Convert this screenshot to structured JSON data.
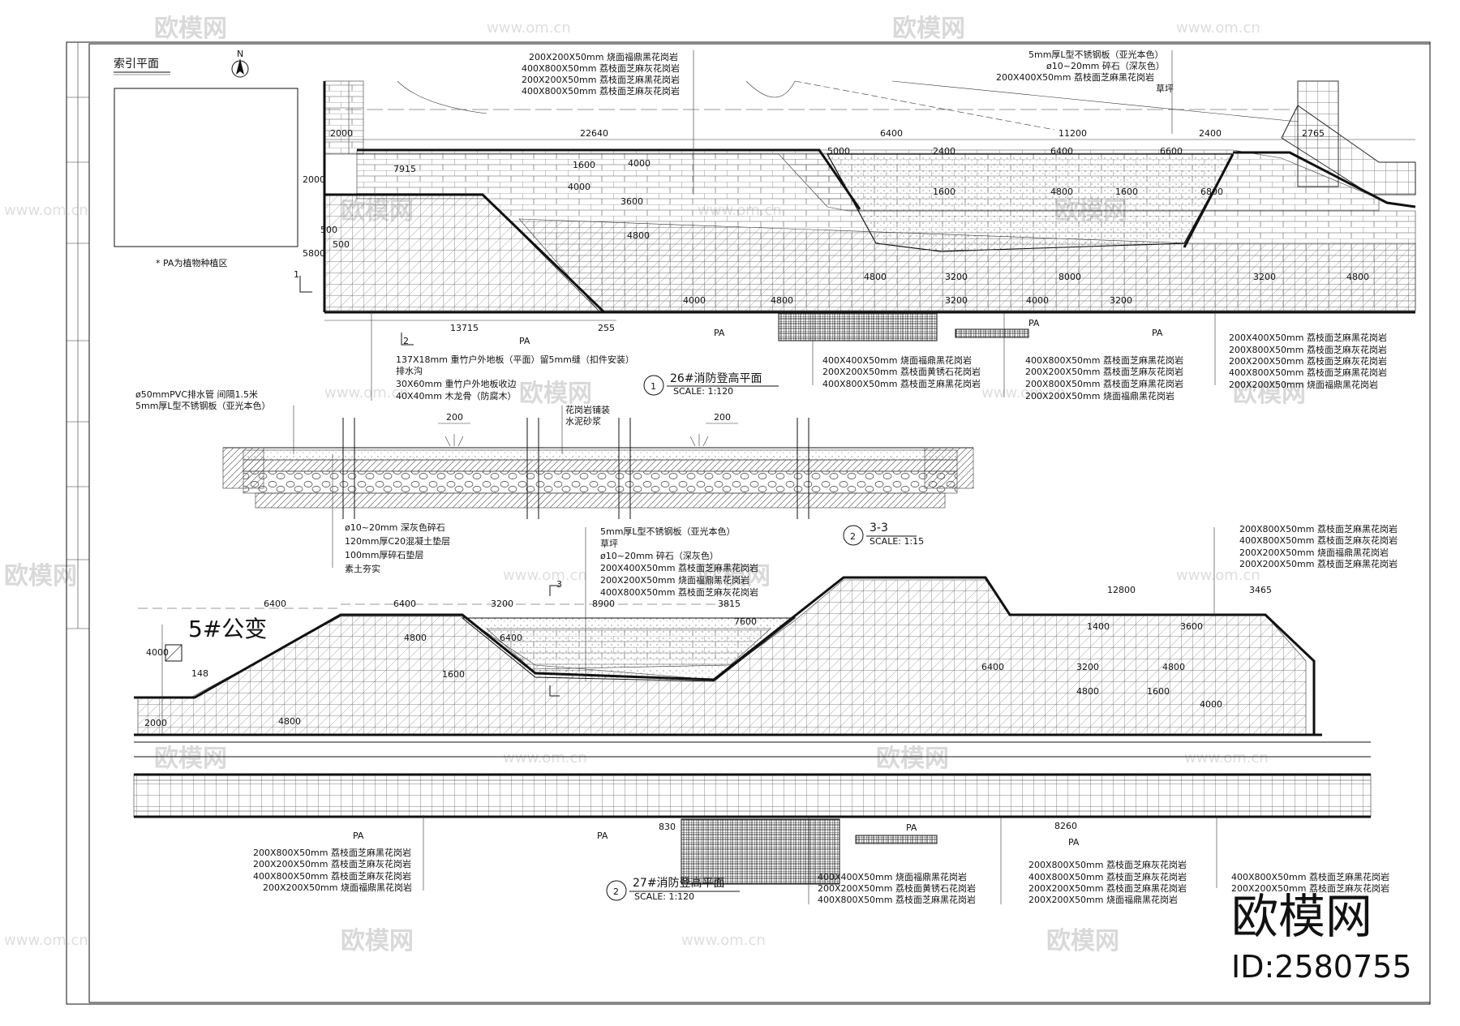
{
  "index_plan": {
    "title": "索引平面",
    "north": "N",
    "note": "* PA为植物种植区"
  },
  "plan26": {
    "title": "26#消防登高平面",
    "number": "1",
    "scale": "SCALE: 1:120",
    "dims": [
      "22640",
      "6400",
      "11200",
      "2400",
      "2765",
      "2000",
      "7915",
      "1600",
      "4000",
      "5000",
      "2400",
      "6400",
      "6600",
      "4000",
      "3600",
      "4800",
      "1600",
      "4800",
      "1600",
      "6800",
      "4800",
      "3200",
      "8000",
      "4800",
      "3200",
      "4000",
      "4800",
      "3200",
      "4000",
      "3200",
      "13715",
      "255",
      "5800",
      "2000",
      "500",
      "500"
    ],
    "pa": [
      "PA",
      "PA",
      "PA",
      "PA"
    ],
    "markers": [
      "1",
      "2"
    ],
    "top_callouts_left": [
      "200X200X50mm 烧面福鼎黑花岗岩",
      "400X800X50mm 荔枝面芝麻灰花岗岩",
      "200X200X50mm 荔枝面芝麻黑花岗岩",
      "400X800X50mm 荔枝面芝麻灰花岗岩"
    ],
    "top_callouts_right": [
      "5mm厚L型不锈钢板（亚光本色）",
      "ø10~20mm 碎石（深灰色）",
      "200X400X50mm 荔枝面芝麻黑花岗岩",
      "草坪"
    ],
    "bottom_callouts_left": [
      "137X18mm 重竹户外地板（平面）留5mm缝（扣件安装）",
      "排水沟",
      "30X60mm 重竹户外地板收边",
      "40X40mm 木龙骨（防腐木）"
    ],
    "bottom_callouts_mid": [
      "400X400X50mm 烧面福鼎黑花岗岩",
      "200X200X50mm 荔枝面黄锈石花岗岩",
      "400X800X50mm 荔枝面芝麻黑花岗岩"
    ],
    "bottom_callouts_mid2": [
      "400X800X50mm 荔枝面芝麻黑花岗岩",
      "200X200X50mm 荔枝面芝麻灰花岗岩",
      "200X800X50mm 荔枝面芝麻黑花岗岩",
      "200X200X50mm 烧面福鼎黑花岗岩"
    ],
    "bottom_callouts_right": [
      "200X400X50mm 荔枝面芝麻黑花岗岩",
      "200X800X50mm 荔枝面芝麻灰花岗岩",
      "200X200X50mm 荔枝面芝麻灰花岗岩",
      "400X800X50mm 荔枝面芝麻黑花岗岩",
      "200X200X50mm 烧面福鼎黑花岗岩"
    ]
  },
  "section33": {
    "title": "3-3",
    "number": "2",
    "scale": "SCALE: 1:15",
    "dims": [
      "200",
      "200"
    ],
    "callouts_top_left": [
      "ø50mmPVC排水管 间隔1.5米",
      "5mm厚L型不锈钢板（亚光本色）"
    ],
    "callouts_top_mid": [
      "花岗岩铺装",
      "水泥砂浆"
    ],
    "callouts_bottom": [
      "ø10~20mm 深灰色碎石",
      "120mm厚C20混凝土垫层",
      "100mm厚碎石垫层",
      "素土夯实"
    ]
  },
  "plan27": {
    "title": "27#消防登高平面",
    "number": "2",
    "scale": "SCALE: 1:120",
    "label_5": "5#公变",
    "section_marker": "3",
    "dims": [
      "6400",
      "6400",
      "3200",
      "8900",
      "3815",
      "12800",
      "3465",
      "4800",
      "6400",
      "7600",
      "1600",
      "4800",
      "4000",
      "2000",
      "1400",
      "3600",
      "3200",
      "4800",
      "4800",
      "1600",
      "4000",
      "6400",
      "8260",
      "830",
      "148"
    ],
    "pa": [
      "PA",
      "PA",
      "PA",
      "PA"
    ],
    "callouts_top_mid": [
      "5mm厚L型不锈钢板（亚光本色）",
      "草坪",
      "ø10~20mm 碎石（深灰色）",
      "200X400X50mm 荔枝面芝麻黑花岗岩",
      "200X200X50mm 烧面福鼎黑花岗岩",
      "400X800X50mm 荔枝面芝麻灰花岗岩"
    ],
    "callouts_top_right": [
      "200X800X50mm 荔枝面芝麻黑花岗岩",
      "400X800X50mm 荔枝面芝麻灰花岗岩",
      "200X200X50mm 烧面福鼎黑花岗岩",
      "200X200X50mm 荔枝面芝麻黑花岗岩"
    ],
    "callouts_bottom_left": [
      "200X800X50mm 荔枝面芝麻黑花岗岩",
      "200X200X50mm 荔枝面芝麻灰花岗岩",
      "400X800X50mm 荔枝面芝麻灰花岗岩",
      "200X200X50mm 烧面福鼎黑花岗岩"
    ],
    "callouts_bottom_mid": [
      "400X400X50mm 烧面福鼎黑花岗岩",
      "200X200X50mm 荔枝面黄锈石花岗岩",
      "400X800X50mm 荔枝面芝麻黑花岗岩"
    ],
    "callouts_bottom_mid2": [
      "200X800X50mm 荔枝面芝麻灰花岗岩",
      "400X800X50mm 荔枝面芝麻灰花岗岩",
      "200X200X50mm 荔枝面芝麻黑花岗岩",
      "200X200X50mm 烧面福鼎黑花岗岩"
    ],
    "callouts_bottom_right": [
      "400X800X50mm 荔枝面芝麻黑花岗岩",
      "200X200X50mm 荔枝面芝麻灰花岗岩"
    ]
  },
  "watermark": {
    "brand": "欧模网",
    "url": "www.om.cn",
    "id": "ID:2580755"
  }
}
